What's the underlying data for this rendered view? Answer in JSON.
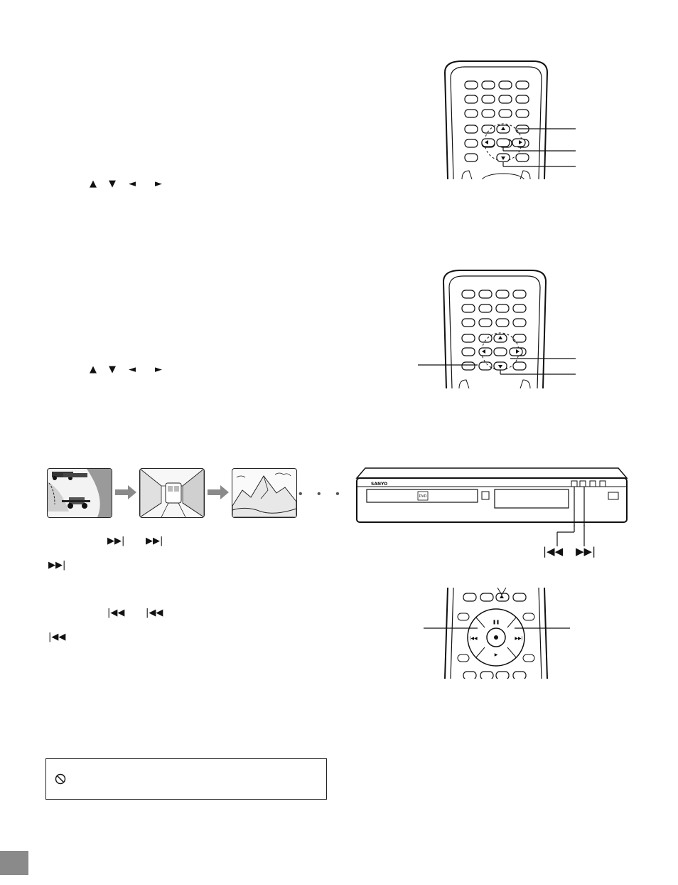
{
  "symbols": {
    "up": "▲",
    "down": "▼",
    "left": "◄",
    "right": "►",
    "next": "▶▶|",
    "prev": "|◀◀",
    "prohibit": "⃠"
  },
  "player": {
    "brand": "SANYO",
    "disc_logo": "DVD",
    "labels": {
      "prev": "|◀◀",
      "next": "▶▶|"
    }
  },
  "icons": [
    "remote-control",
    "dvd-player",
    "prohibit-icon",
    "chapter-thumbnails"
  ],
  "colors": {
    "page_tab": "#8a8a8a",
    "ink": "#111111",
    "arrow": "#8a8a8a"
  }
}
